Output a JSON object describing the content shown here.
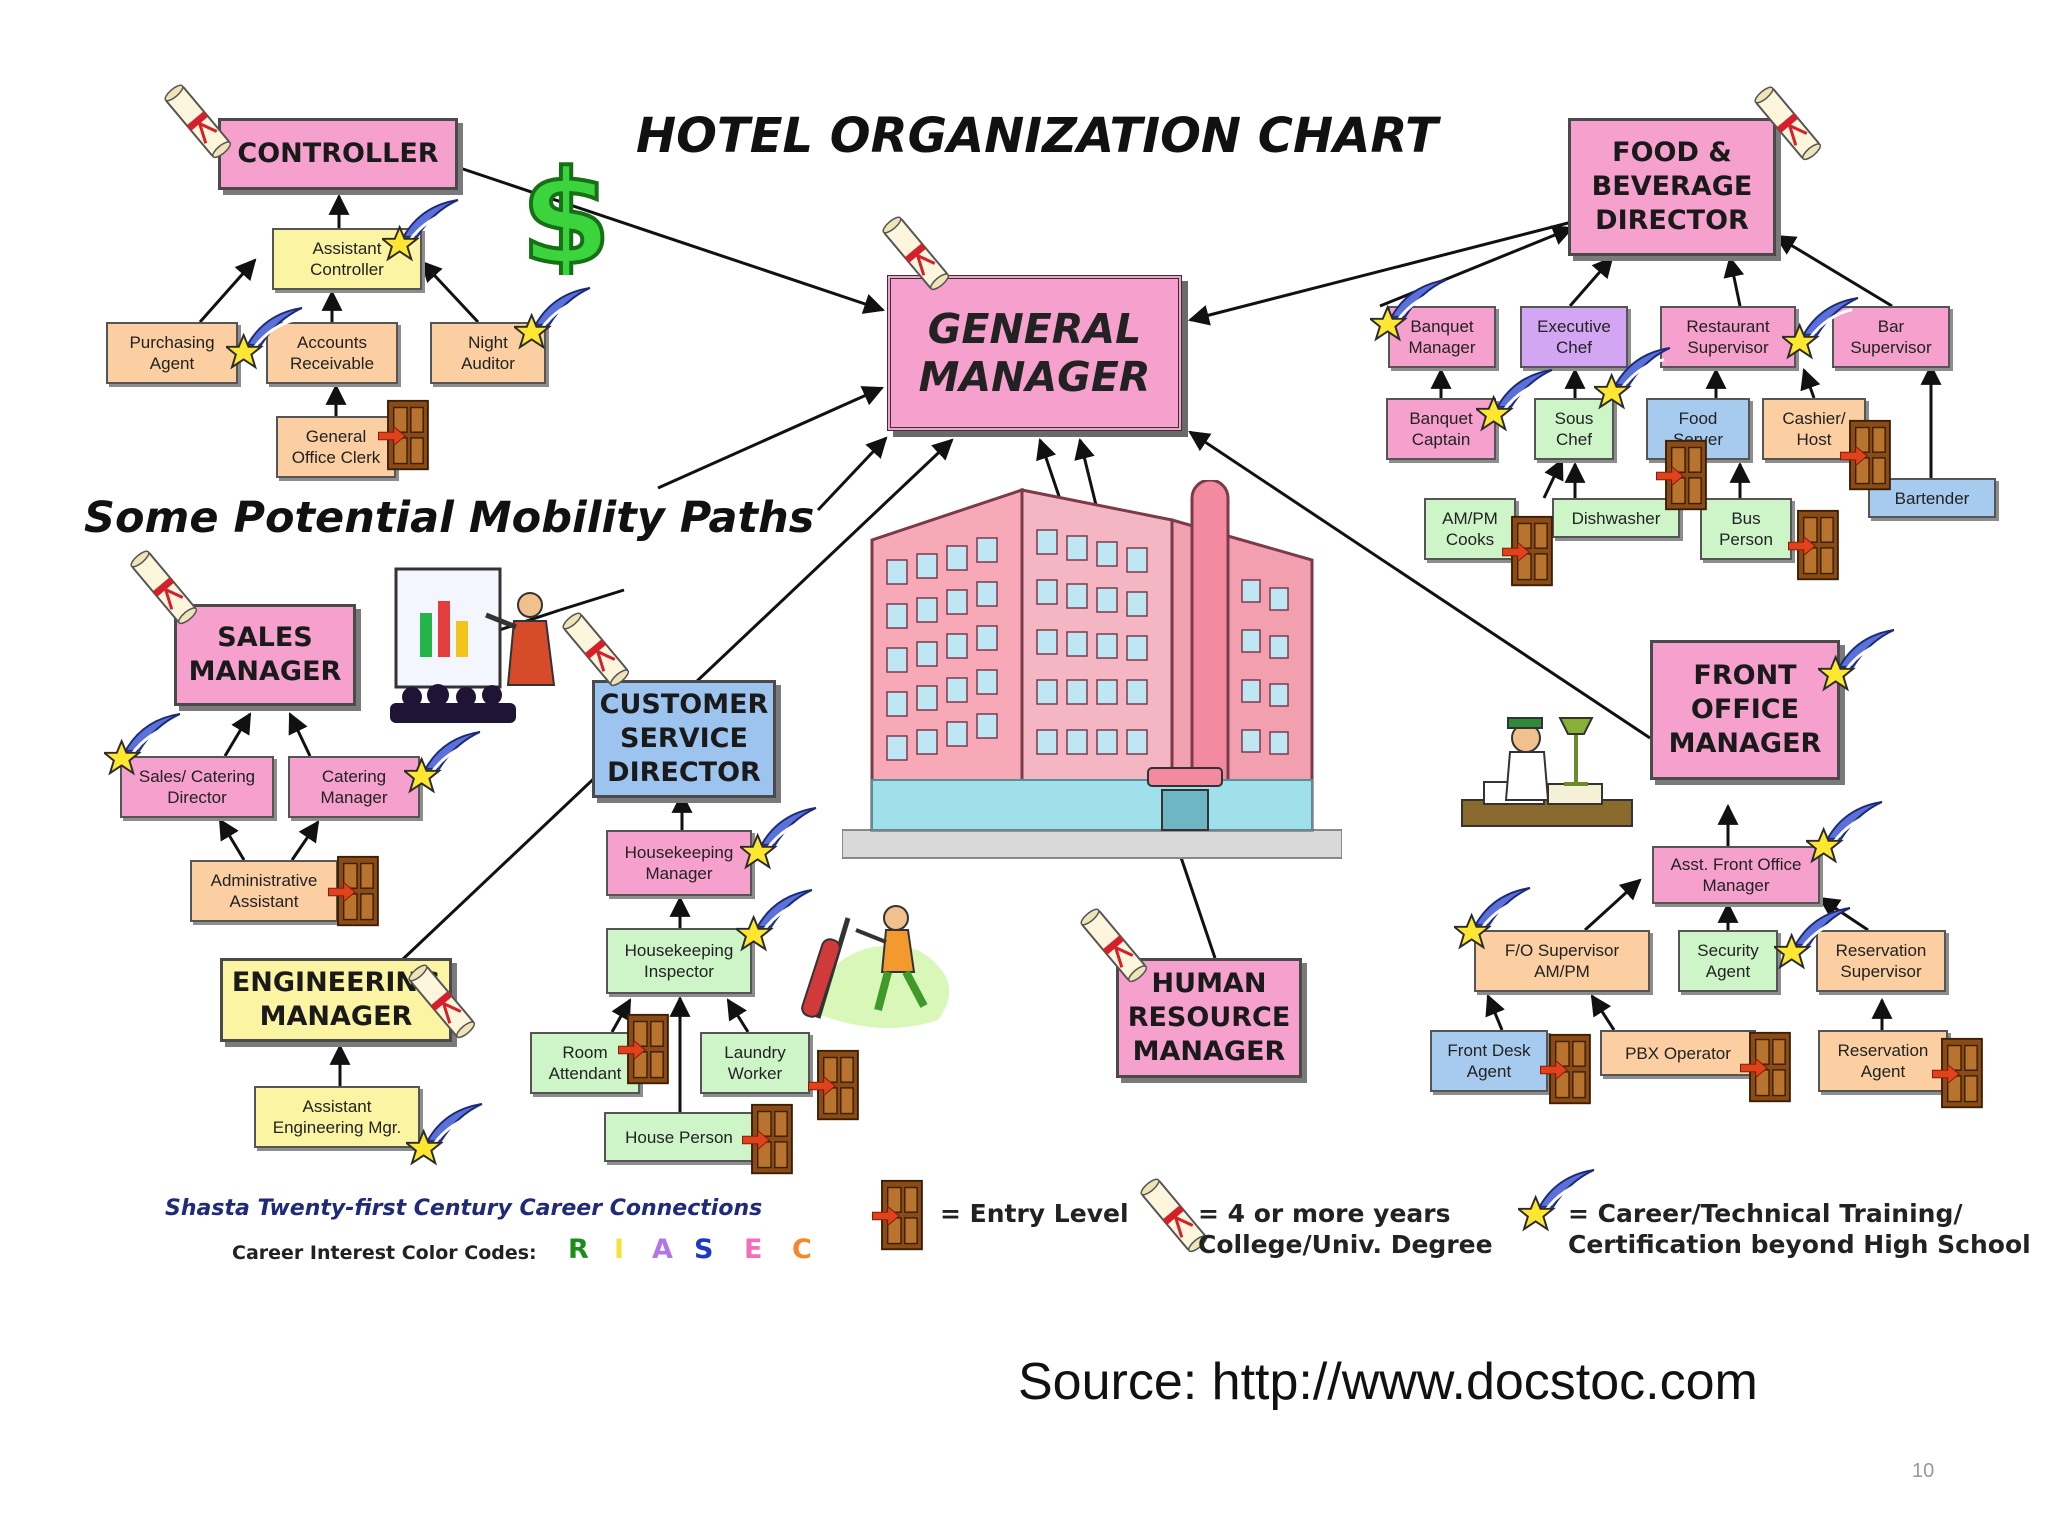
{
  "title": "HOTEL ORGANIZATION CHART",
  "subtitle": "Some Potential Mobility Paths",
  "colors": {
    "realistic": "#1d8c1d",
    "investigative": "#f4e23c",
    "artistic": "#b376e6",
    "social": "#1f38c4",
    "enterprising": "#f06fbd",
    "conventional": "#f4882a",
    "arrow": "#111111"
  },
  "positions": {
    "general_manager": "GENERAL\nMANAGER",
    "controller": "CONTROLLER",
    "assistant_controller": "Assistant\nController",
    "purchasing_agent": "Purchasing\nAgent",
    "accounts_receivable": "Accounts\nReceivable",
    "night_auditor": "Night\nAuditor",
    "general_office_clerk": "General\nOffice Clerk",
    "fb_director": "FOOD &\nBEVERAGE\nDIRECTOR",
    "banquet_manager": "Banquet\nManager",
    "executive_chef": "Executive\nChef",
    "restaurant_supervisor": "Restaurant\nSupervisor",
    "bar_supervisor": "Bar\nSupervisor",
    "banquet_captain": "Banquet\nCaptain",
    "sous_chef": "Sous\nChef",
    "food_server": "Food\nServer",
    "cashier_host": "Cashier/\nHost",
    "bartender": "Bartender",
    "ampm_cooks": "AM/PM\nCooks",
    "dishwasher": "Dishwasher",
    "bus_person": "Bus\nPerson",
    "sales_manager": "SALES\nMANAGER",
    "sales_catering_director": "Sales/ Catering\nDirector",
    "catering_manager": "Catering\nManager",
    "administrative_assistant": "Administrative\nAssistant",
    "customer_service_director": "CUSTOMER\nSERVICE\nDIRECTOR",
    "housekeeping_manager": "Housekeeping\nManager",
    "housekeeping_inspector": "Housekeeping\nInspector",
    "room_attendant": "Room\nAttendant",
    "laundry_worker": "Laundry\nWorker",
    "house_person": "House Person",
    "engineering_manager": "ENGINEERING\nMANAGER",
    "assistant_engineering_mgr": "Assistant\nEngineering Mgr.",
    "hr_manager": "HUMAN\nRESOURCE\nMANAGER",
    "front_office_manager": "FRONT\nOFFICE\nMANAGER",
    "asst_front_office_manager": "Asst. Front Office\nManager",
    "fo_supervisor": "F/O Supervisor\nAM/PM",
    "security_agent": "Security\nAgent",
    "reservation_supervisor": "Reservation\nSupervisor",
    "front_desk_agent": "Front Desk\nAgent",
    "pbx_operator": "PBX Operator",
    "reservation_agent": "Reservation\nAgent"
  },
  "legend": {
    "entry_level": "= Entry Level",
    "degree": "= 4 or more years\n  College/Univ. Degree",
    "training": "= Career/Technical Training/\n  Certification beyond High School",
    "icons": {
      "entry_level": "door-icon",
      "degree": "diploma-icon",
      "training": "shooting-star-icon"
    }
  },
  "career_connections": "Shasta Twenty-first Century Career Connections",
  "color_codes_label": "Career Interest Color Codes:",
  "color_codes": [
    "R",
    "I",
    "A",
    "S",
    "E",
    "C"
  ],
  "source": "Source: http://www.docstoc.com",
  "page_number": "10",
  "illustrations": {
    "building": "hotel-building-icon",
    "money": "dollar-sign-icon",
    "presenter": "presentation-icon",
    "vacuum": "vacuuming-worker-icon",
    "receptionist": "front-desk-clerk-icon"
  }
}
